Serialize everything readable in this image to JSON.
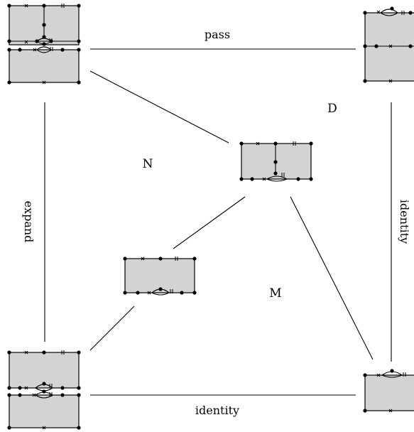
{
  "edge_labels": {
    "pass": "pass",
    "expand": "expand",
    "identity_bottom": "identity",
    "identity_right": "identity"
  },
  "region_labels": {
    "D": "D",
    "N": "N",
    "M": "M"
  },
  "colors": {
    "panel_fill": "#d3d3d3",
    "stroke": "#000000",
    "background": "#ffffff"
  }
}
